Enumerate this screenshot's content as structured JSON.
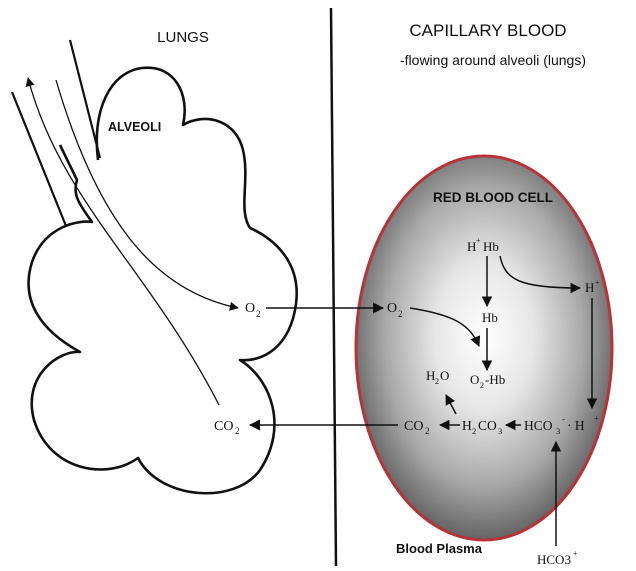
{
  "headings": {
    "lungs": "LUNGS",
    "capillary_blood": "CAPILLARY BLOOD",
    "capillary_note": "-flowing around alveoli (lungs)"
  },
  "labels": {
    "alveoli": "ALVEOLI",
    "red_blood_cell": "RED BLOOD CELL",
    "blood_plasma": "Blood Plasma"
  },
  "species": {
    "o2_lung": "O",
    "o2_lung_sub": "2",
    "co2_lung": "CO",
    "co2_lung_sub": "2",
    "o2_cell": "O",
    "o2_cell_sub": "2",
    "hhb_h": "H",
    "hhb_sup": "+",
    "hhb_hb": "Hb",
    "h_plus_top": "H",
    "h_plus_top_sup": "+",
    "hb": "Hb",
    "o2hb_o": "O",
    "o2hb_sub": "2",
    "o2hb_hb": "-Hb",
    "h2o_h": "H",
    "h2o_sub": "2",
    "h2o_o": "O",
    "co2_cell": "CO",
    "co2_cell_sub": "2",
    "h2co3_h": "H",
    "h2co3_sub2": "2",
    "h2co3_co": "CO",
    "h2co3_sub3": "3",
    "hco3_cell": "HCO",
    "hco3_cell_sub": "3",
    "hco3_cell_sup": "-",
    "h_plus_cell": "· H",
    "h_plus_cell_sup": "+",
    "hco3_plasma": "HCO3",
    "hco3_plasma_sup": "+"
  },
  "colors": {
    "cell_rim": "#b8323a",
    "cell_inner": "#ffffff",
    "cell_outer": "#5a5a5a",
    "ink": "#111111"
  }
}
